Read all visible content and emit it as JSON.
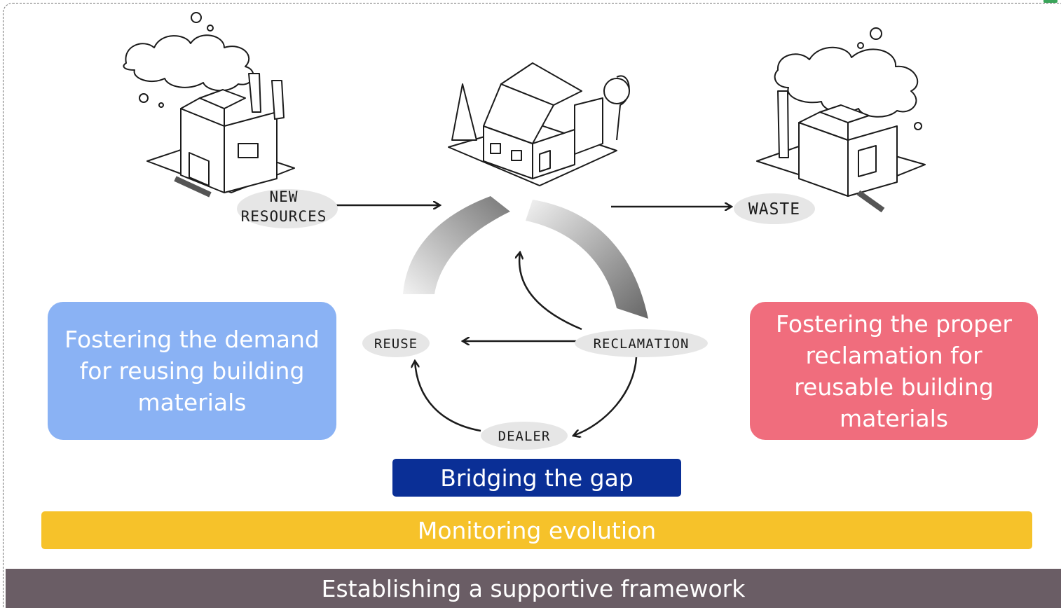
{
  "labels": {
    "new_resources_line1": "NEW",
    "new_resources_line2": "RESOURCES",
    "waste": "WASTE",
    "reuse": "REUSE",
    "reclamation": "RECLAMATION",
    "dealer": "DEALER"
  },
  "boxes": {
    "demand": "Fostering the demand for reusing building materials",
    "reclamation": "Fostering the proper reclamation for reusable building materials",
    "bridging": "Bridging the gap",
    "monitoring": "Monitoring evolution",
    "framework": "Establishing a supportive framework"
  },
  "colors": {
    "demand_box": "#8ab2f4",
    "reclamation_box": "#f06d7d",
    "bridging_box": "#0a2f96",
    "monitoring_box": "#f6c22a",
    "framework_box": "#6a5d65"
  }
}
